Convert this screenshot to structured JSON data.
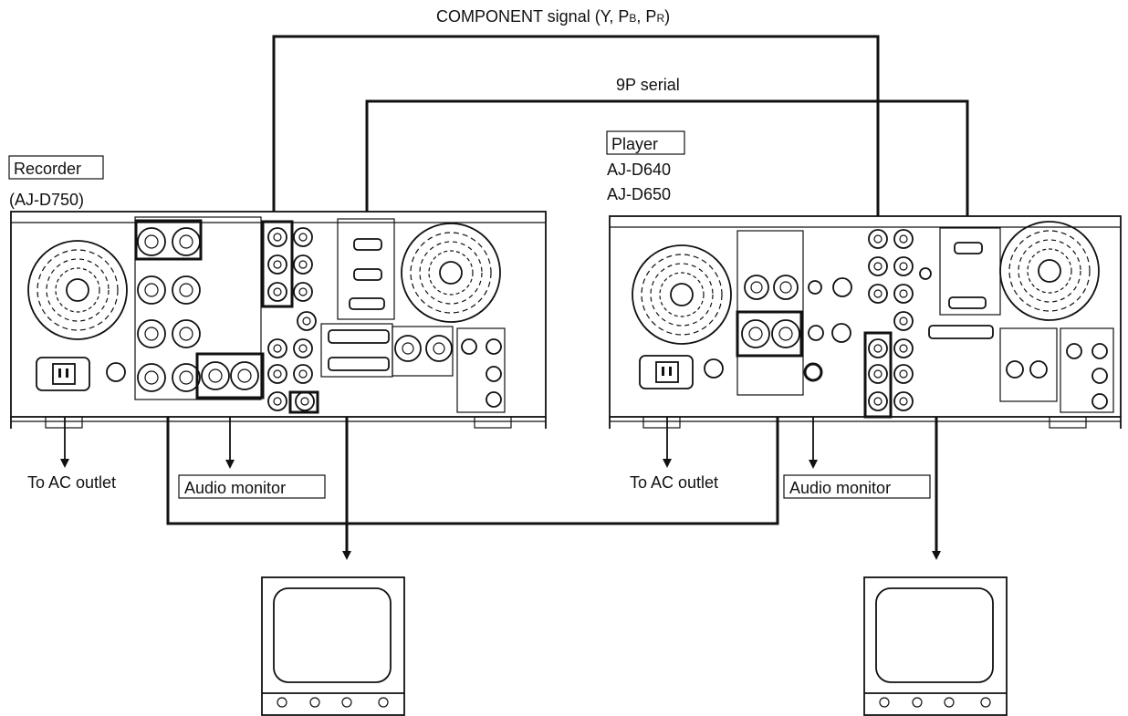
{
  "labels": {
    "component_signal": "COMPONENT signal (Y, P",
    "component_pb_sub": "B",
    "component_sep": ", P",
    "component_pr_sub": "R",
    "component_close": ")",
    "serial": "9P serial",
    "recorder_box": "Recorder",
    "recorder_model": "(AJ-D750)",
    "player_box": "Player",
    "player_model_1": "AJ-D640",
    "player_model_2": "AJ-D650",
    "ac_outlet_left": "To AC outlet",
    "ac_outlet_right": "To AC outlet",
    "audio_monitor_left": "Audio monitor",
    "audio_monitor_right": "Audio monitor"
  },
  "icons": {
    "fan": "fan-icon",
    "ac_inlet": "ac-inlet-icon",
    "xlr": "xlr-connector-icon",
    "bnc": "bnc-connector-icon",
    "dsub": "dsub-connector-icon",
    "monitor": "video-monitor-icon"
  }
}
